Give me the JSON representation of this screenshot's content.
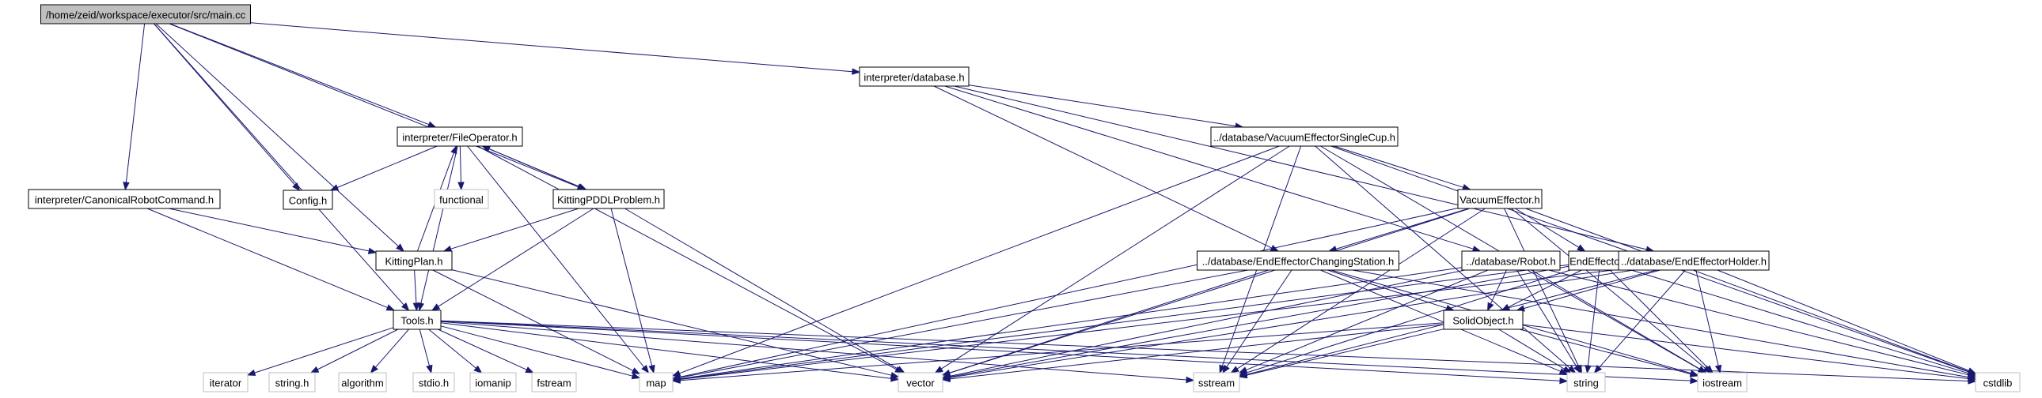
{
  "diagram": {
    "type": "include-dependency-graph",
    "nodes": [
      {
        "id": "main",
        "label": "/home/zeid/workspace/executor/src/main.cc",
        "style": "root"
      },
      {
        "id": "db",
        "label": "interpreter/database.h",
        "style": "normal"
      },
      {
        "id": "fileop",
        "label": "interpreter/FileOperator.h",
        "style": "normal"
      },
      {
        "id": "crc",
        "label": "interpreter/CanonicalRobotCommand.h",
        "style": "normal"
      },
      {
        "id": "config",
        "label": "Config.h",
        "style": "normal"
      },
      {
        "id": "functional",
        "label": "functional",
        "style": "system"
      },
      {
        "id": "pddl",
        "label": "KittingPDDLProblem.h",
        "style": "normal"
      },
      {
        "id": "kplan",
        "label": "KittingPlan.h",
        "style": "normal"
      },
      {
        "id": "tools",
        "label": "Tools.h",
        "style": "normal"
      },
      {
        "id": "vesc",
        "label": "../database/VacuumEffectorSingleCup.h",
        "style": "normal"
      },
      {
        "id": "ve",
        "label": "VacuumEffector.h",
        "style": "normal"
      },
      {
        "id": "eecs",
        "label": "../database/EndEffectorChangingStation.h",
        "style": "normal"
      },
      {
        "id": "robot",
        "label": "../database/Robot.h",
        "style": "normal"
      },
      {
        "id": "ee",
        "label": "EndEffector.h",
        "style": "normal"
      },
      {
        "id": "eeh",
        "label": "../database/EndEffectorHolder.h",
        "style": "normal"
      },
      {
        "id": "solid",
        "label": "SolidObject.h",
        "style": "normal"
      },
      {
        "id": "iterator",
        "label": "iterator",
        "style": "system"
      },
      {
        "id": "stringh",
        "label": "string.h",
        "style": "system"
      },
      {
        "id": "algorithm",
        "label": "algorithm",
        "style": "system"
      },
      {
        "id": "stdioh",
        "label": "stdio.h",
        "style": "system"
      },
      {
        "id": "iomanip",
        "label": "iomanip",
        "style": "system"
      },
      {
        "id": "fstream",
        "label": "fstream",
        "style": "system"
      },
      {
        "id": "map",
        "label": "map",
        "style": "system"
      },
      {
        "id": "vector",
        "label": "vector",
        "style": "system"
      },
      {
        "id": "sstream",
        "label": "sstream",
        "style": "system"
      },
      {
        "id": "string",
        "label": "string",
        "style": "system"
      },
      {
        "id": "iostream",
        "label": "iostream",
        "style": "system"
      },
      {
        "id": "cstdlib",
        "label": "cstdlib",
        "style": "system"
      }
    ],
    "edges": [
      [
        "main",
        "db"
      ],
      [
        "main",
        "fileop"
      ],
      [
        "main",
        "crc"
      ],
      [
        "main",
        "config"
      ],
      [
        "main",
        "pddl"
      ],
      [
        "main",
        "kplan"
      ],
      [
        "main",
        "tools"
      ],
      [
        "db",
        "vesc"
      ],
      [
        "db",
        "eecs"
      ],
      [
        "db",
        "robot"
      ],
      [
        "db",
        "eeh"
      ],
      [
        "fileop",
        "config"
      ],
      [
        "fileop",
        "functional"
      ],
      [
        "fileop",
        "pddl"
      ],
      [
        "fileop",
        "tools"
      ],
      [
        "fileop",
        "map"
      ],
      [
        "fileop",
        "vector"
      ],
      [
        "pddl",
        "fileop"
      ],
      [
        "pddl",
        "kplan"
      ],
      [
        "pddl",
        "tools"
      ],
      [
        "pddl",
        "map"
      ],
      [
        "pddl",
        "vector"
      ],
      [
        "kplan",
        "fileop"
      ],
      [
        "kplan",
        "tools"
      ],
      [
        "kplan",
        "map"
      ],
      [
        "kplan",
        "vector"
      ],
      [
        "crc",
        "kplan"
      ],
      [
        "crc",
        "tools"
      ],
      [
        "tools",
        "iterator"
      ],
      [
        "tools",
        "stringh"
      ],
      [
        "tools",
        "algorithm"
      ],
      [
        "tools",
        "stdioh"
      ],
      [
        "tools",
        "iomanip"
      ],
      [
        "tools",
        "fstream"
      ],
      [
        "tools",
        "map"
      ],
      [
        "tools",
        "vector"
      ],
      [
        "tools",
        "sstream"
      ],
      [
        "tools",
        "string"
      ],
      [
        "tools",
        "iostream"
      ],
      [
        "tools",
        "cstdlib"
      ],
      [
        "vesc",
        "ve"
      ],
      [
        "vesc",
        "map"
      ],
      [
        "vesc",
        "vector"
      ],
      [
        "vesc",
        "sstream"
      ],
      [
        "vesc",
        "string"
      ],
      [
        "vesc",
        "iostream"
      ],
      [
        "vesc",
        "cstdlib"
      ],
      [
        "ve",
        "ee"
      ],
      [
        "ve",
        "eecs"
      ],
      [
        "ve",
        "map"
      ],
      [
        "ve",
        "vector"
      ],
      [
        "ve",
        "sstream"
      ],
      [
        "ve",
        "string"
      ],
      [
        "ve",
        "iostream"
      ],
      [
        "ve",
        "cstdlib"
      ],
      [
        "eecs",
        "solid"
      ],
      [
        "eecs",
        "map"
      ],
      [
        "eecs",
        "vector"
      ],
      [
        "eecs",
        "sstream"
      ],
      [
        "eecs",
        "string"
      ],
      [
        "eecs",
        "iostream"
      ],
      [
        "eecs",
        "cstdlib"
      ],
      [
        "robot",
        "solid"
      ],
      [
        "robot",
        "map"
      ],
      [
        "robot",
        "vector"
      ],
      [
        "robot",
        "sstream"
      ],
      [
        "robot",
        "string"
      ],
      [
        "robot",
        "iostream"
      ],
      [
        "robot",
        "cstdlib"
      ],
      [
        "ee",
        "solid"
      ],
      [
        "ee",
        "map"
      ],
      [
        "ee",
        "vector"
      ],
      [
        "ee",
        "sstream"
      ],
      [
        "ee",
        "string"
      ],
      [
        "ee",
        "iostream"
      ],
      [
        "ee",
        "cstdlib"
      ],
      [
        "eeh",
        "solid"
      ],
      [
        "eeh",
        "map"
      ],
      [
        "eeh",
        "vector"
      ],
      [
        "eeh",
        "sstream"
      ],
      [
        "eeh",
        "string"
      ],
      [
        "eeh",
        "iostream"
      ],
      [
        "eeh",
        "cstdlib"
      ],
      [
        "solid",
        "map"
      ],
      [
        "solid",
        "vector"
      ],
      [
        "solid",
        "sstream"
      ],
      [
        "solid",
        "string"
      ],
      [
        "solid",
        "iostream"
      ],
      [
        "solid",
        "cstdlib"
      ]
    ]
  },
  "colors": {
    "edge": "#191970",
    "root_fill": "#bfbfbf",
    "normal_border": "#000000",
    "system_border": "#bfbfbf",
    "text": "#000000"
  }
}
